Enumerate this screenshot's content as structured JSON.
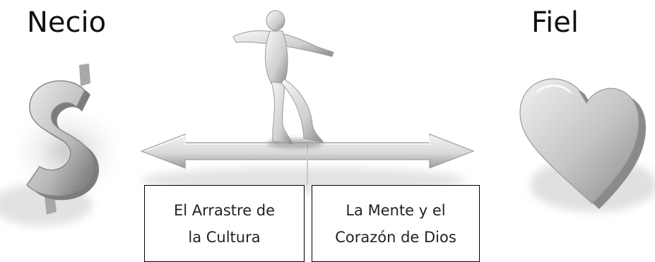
{
  "title_left": "Necio",
  "title_right": "Fiel",
  "box_left": {
    "line1": "El Arrastre de",
    "line2": "la Cultura"
  },
  "box_right": {
    "line1": "La Mente y el",
    "line2": "Corazón de Dios"
  },
  "icons": [
    "dollar-sign-icon",
    "heart-icon",
    "figure-icon",
    "double-arrow-icon"
  ],
  "colors": {
    "text": "#111111",
    "shape_light": "#e6e6e6",
    "shape_mid": "#b5b5b5",
    "shape_dark": "#7a7a7a"
  }
}
